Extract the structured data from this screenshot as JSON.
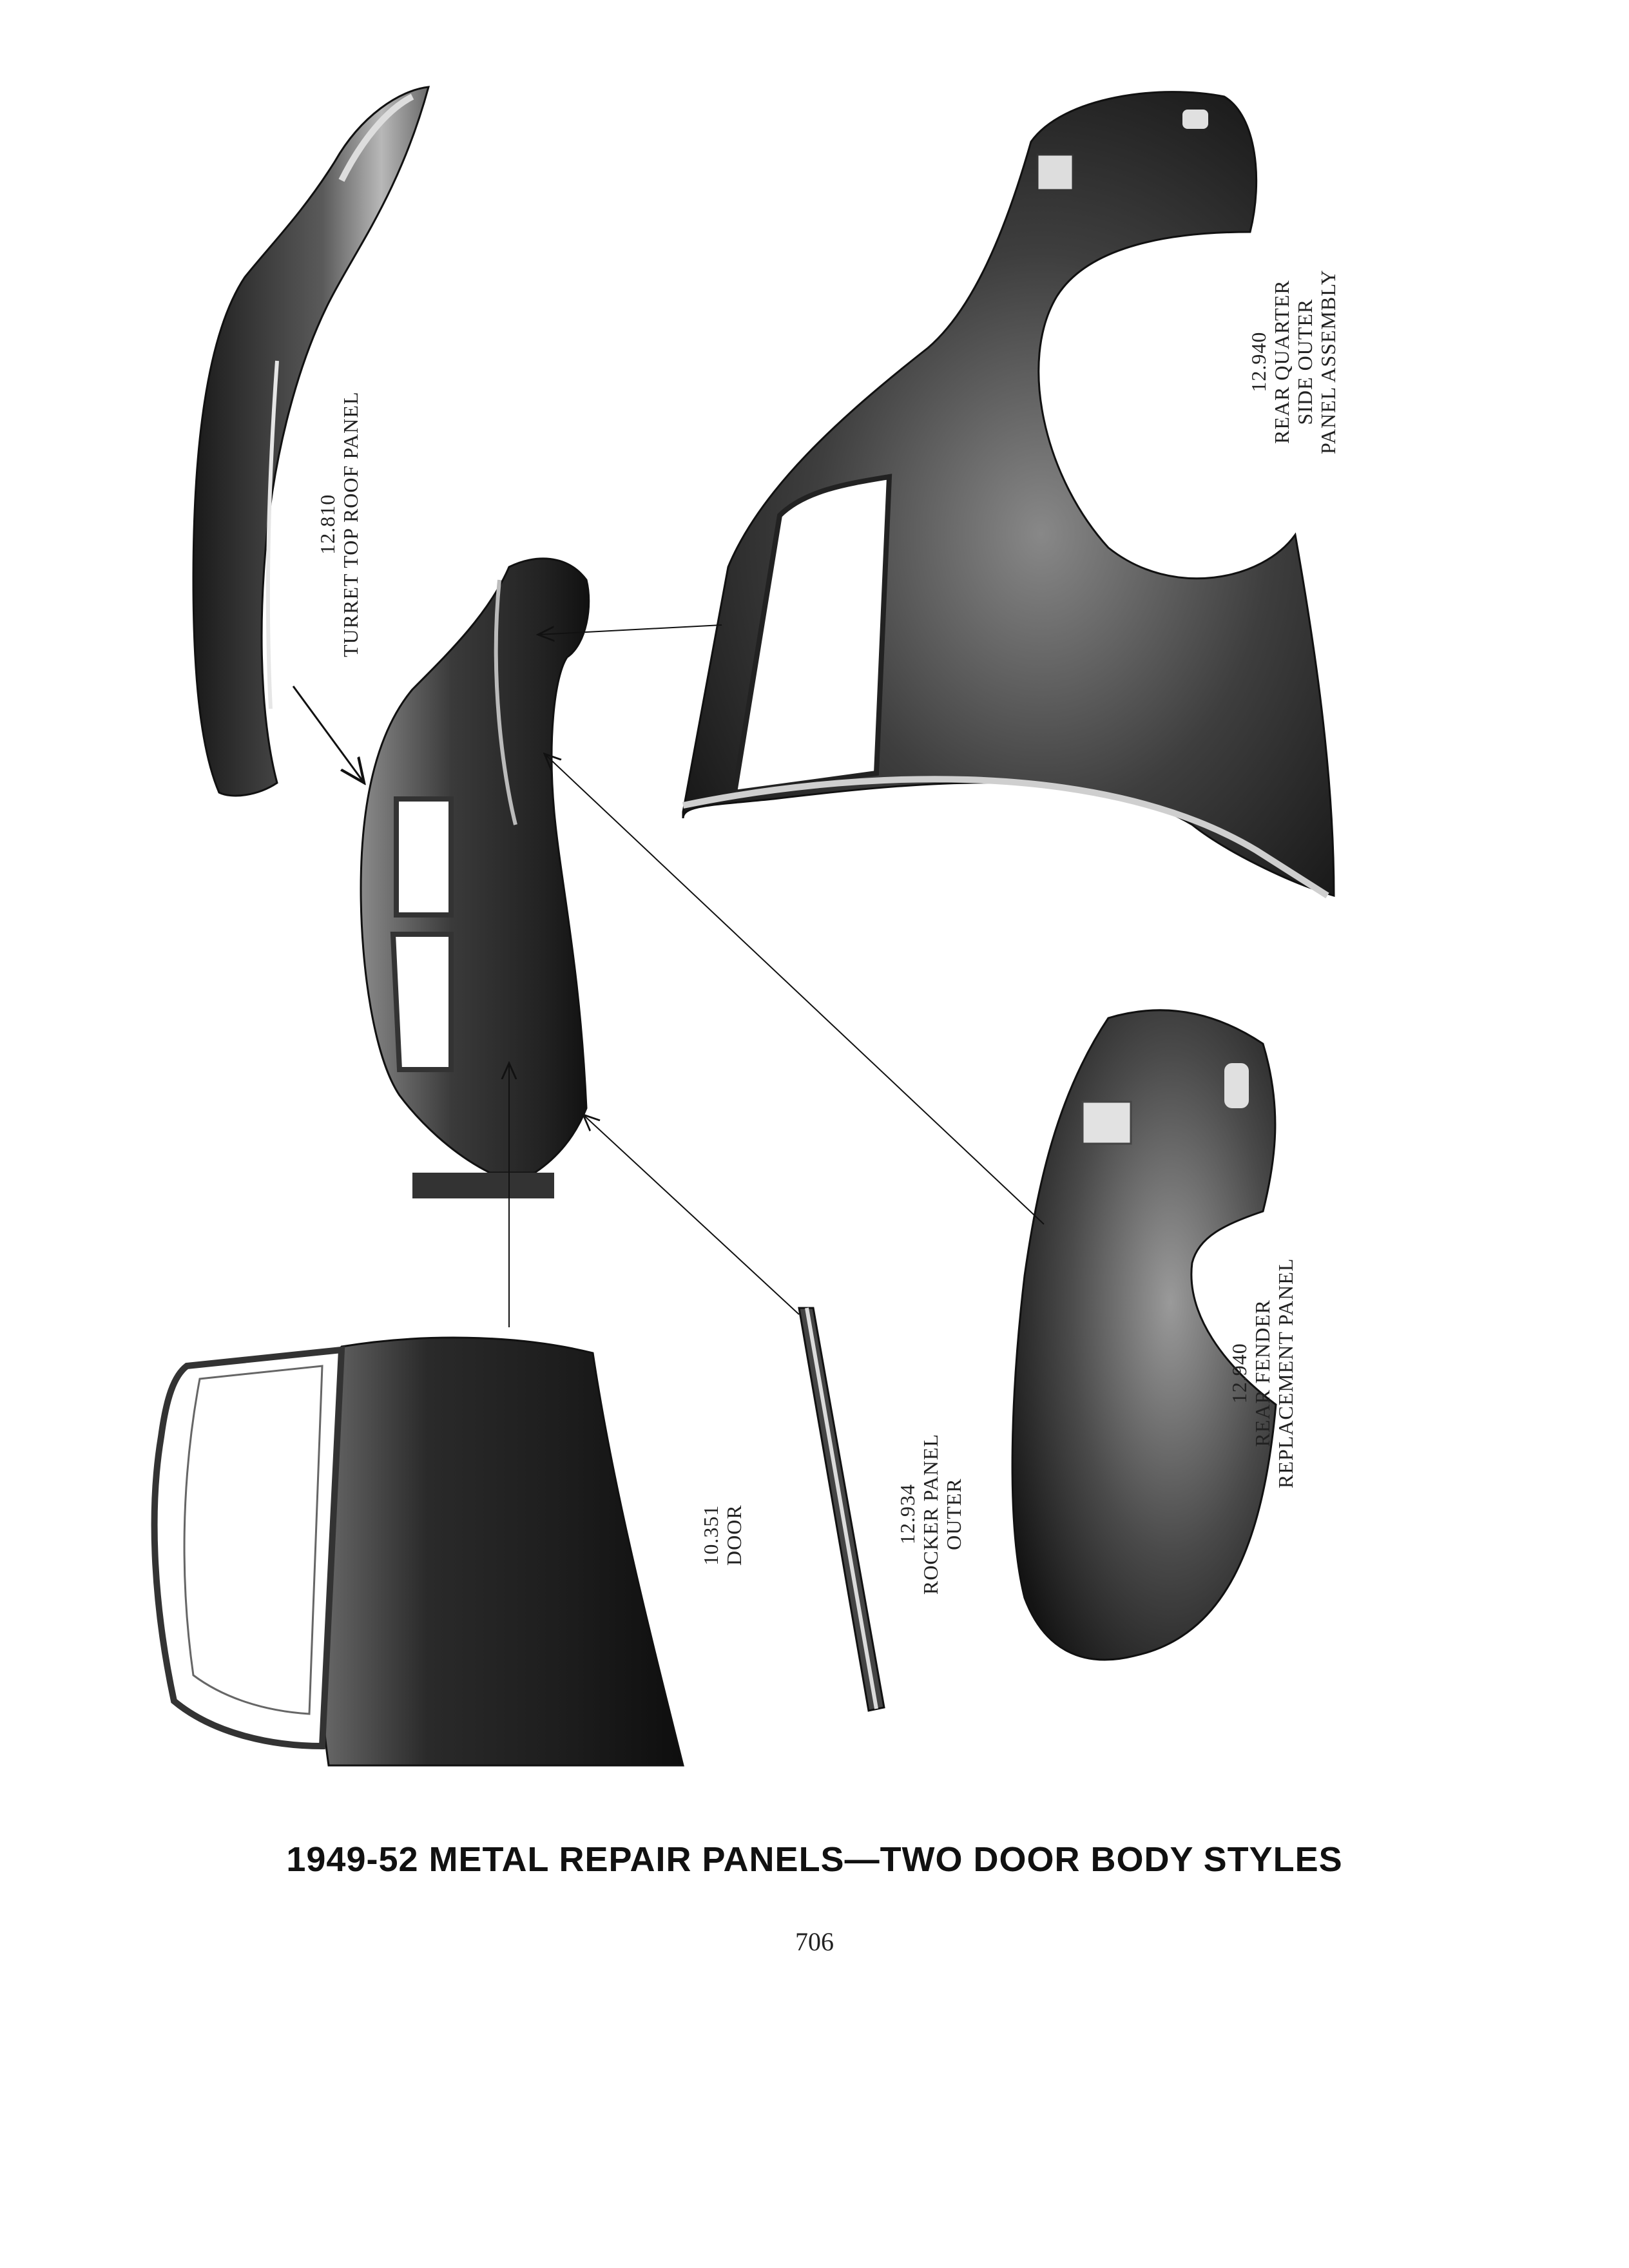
{
  "parts": {
    "turret_top": {
      "number": "12.810",
      "name": "TURRET TOP ROOF PANEL"
    },
    "rear_quarter": {
      "number": "12.940",
      "lines": [
        "REAR QUARTER",
        "SIDE OUTER",
        "PANEL ASSEMBLY"
      ]
    },
    "rear_fender": {
      "number": "12.940",
      "lines": [
        "REAR FENDER",
        "REPLACEMENT PANEL"
      ]
    },
    "rocker": {
      "number": "12.934",
      "lines": [
        "ROCKER PANEL",
        "OUTER"
      ]
    },
    "door": {
      "number": "10.351",
      "name": "DOOR"
    }
  },
  "caption": "1949-52 METAL REPAIR PANELS—TWO DOOR BODY STYLES",
  "page_number": "706"
}
